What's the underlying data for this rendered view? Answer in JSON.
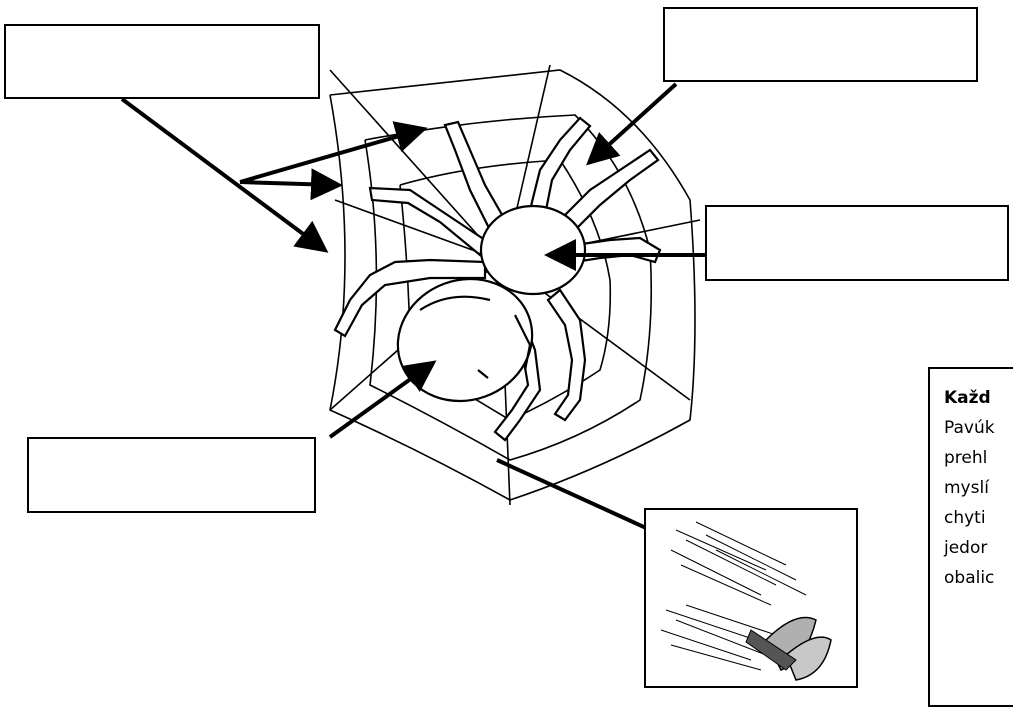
{
  "info_box": {
    "title": "Každ",
    "lines": [
      "Pavúk",
      "prehl",
      "myslí",
      "chyti",
      "jedor",
      "obalic"
    ]
  }
}
